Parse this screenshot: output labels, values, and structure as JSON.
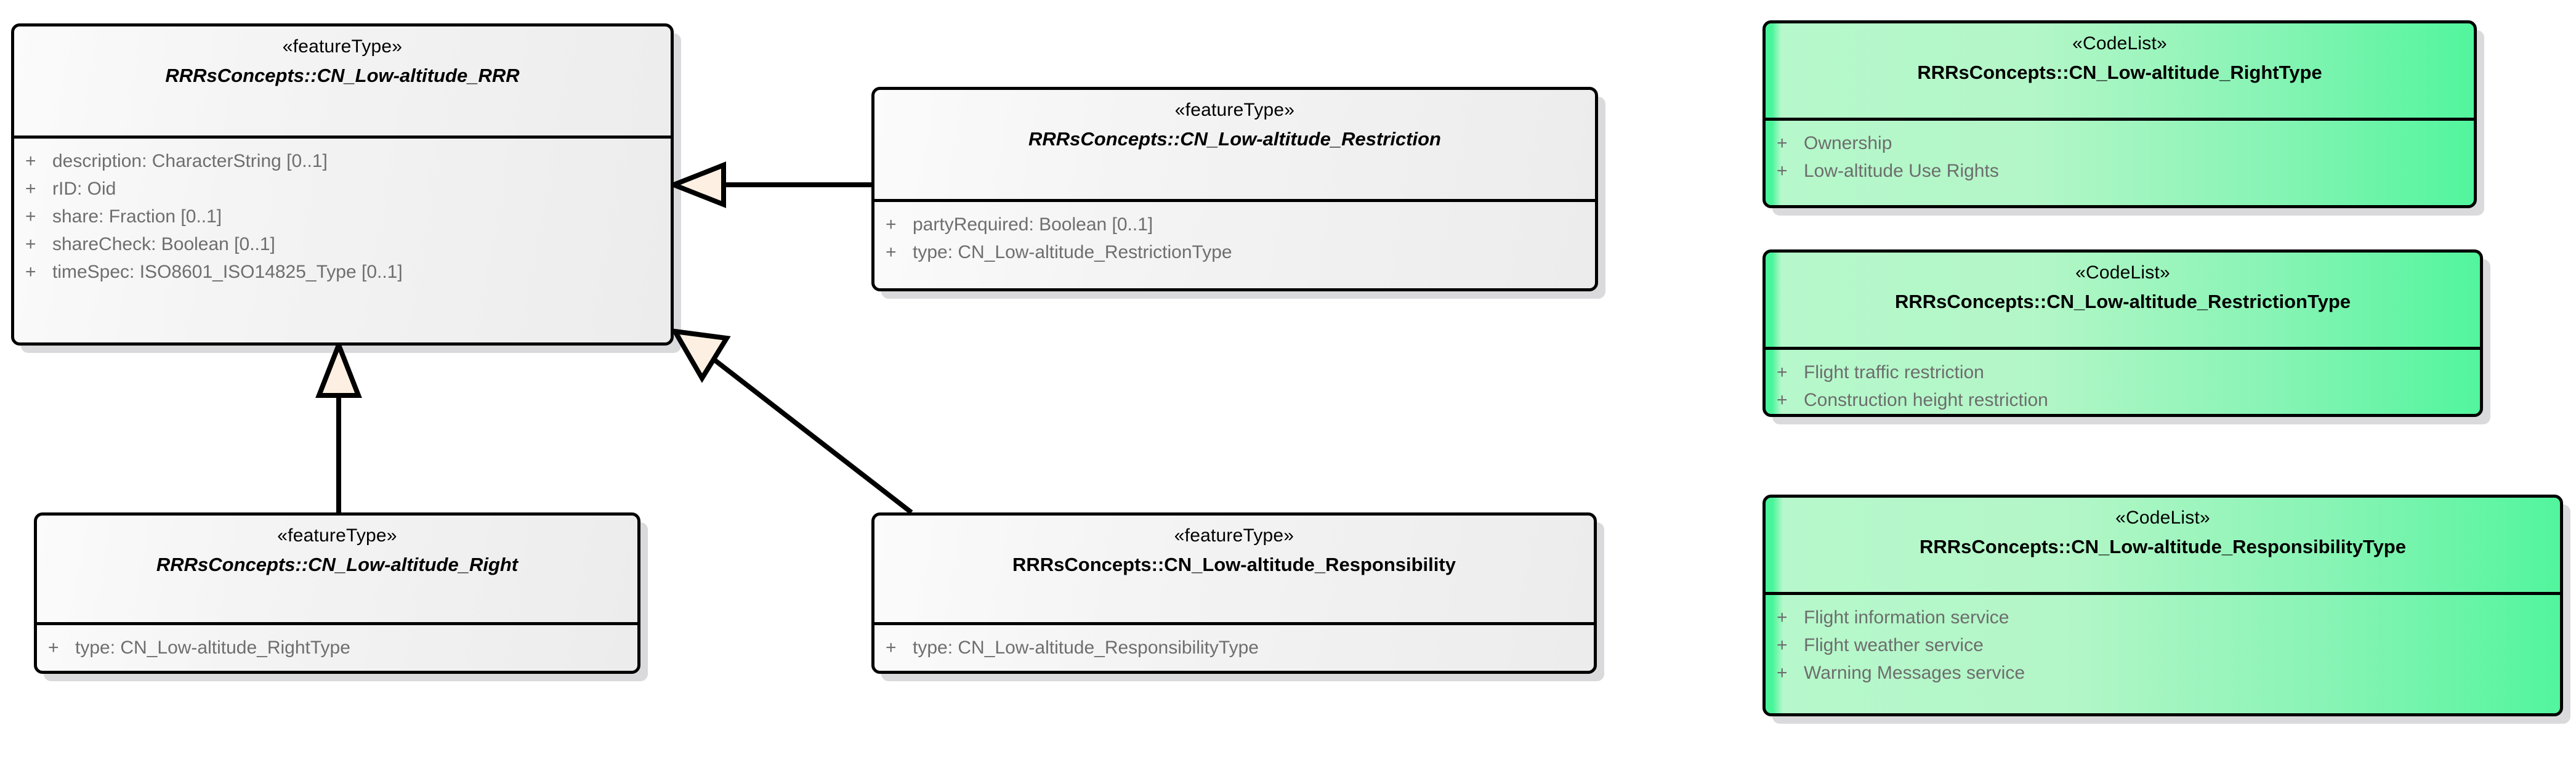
{
  "diagram": {
    "title": "CN Low-altitude RRR UML class diagram",
    "classes": [
      {
        "id": "rrr",
        "stereotype": "«featureType»",
        "name": "RRRsConcepts::CN_Low-altitude_RRR",
        "abstract": true,
        "fill": "grey",
        "attributes": [
          {
            "visibility": "+",
            "text": "description: CharacterString [0..1]"
          },
          {
            "visibility": "+",
            "text": "rID: Oid"
          },
          {
            "visibility": "+",
            "text": "share: Fraction [0..1]"
          },
          {
            "visibility": "+",
            "text": "shareCheck: Boolean [0..1]"
          },
          {
            "visibility": "+",
            "text": "timeSpec: ISO8601_ISO14825_Type [0..1]"
          }
        ]
      },
      {
        "id": "restriction",
        "stereotype": "«featureType»",
        "name": "RRRsConcepts::CN_Low-altitude_Restriction",
        "abstract": true,
        "fill": "grey",
        "attributes": [
          {
            "visibility": "+",
            "text": "partyRequired: Boolean [0..1]"
          },
          {
            "visibility": "+",
            "text": "type: CN_Low-altitude_RestrictionType"
          }
        ]
      },
      {
        "id": "right",
        "stereotype": "«featureType»",
        "name": "RRRsConcepts::CN_Low-altitude_Right",
        "abstract": true,
        "fill": "grey",
        "attributes": [
          {
            "visibility": "+",
            "text": "type: CN_Low-altitude_RightType"
          }
        ]
      },
      {
        "id": "responsibility",
        "stereotype": "«featureType»",
        "name": "RRRsConcepts::CN_Low-altitude_Responsibility",
        "abstract": false,
        "fill": "grey",
        "attributes": [
          {
            "visibility": "+",
            "text": "type: CN_Low-altitude_ResponsibilityType"
          }
        ]
      },
      {
        "id": "righttype",
        "stereotype": "«CodeList»",
        "name": "RRRsConcepts::CN_Low-altitude_RightType",
        "abstract": false,
        "fill": "green",
        "attributes": [
          {
            "visibility": "+",
            "text": "Ownership"
          },
          {
            "visibility": "+",
            "text": "Low-altitude Use Rights"
          }
        ]
      },
      {
        "id": "restrictiontype",
        "stereotype": "«CodeList»",
        "name": "RRRsConcepts::CN_Low-altitude_RestrictionType",
        "abstract": false,
        "fill": "green",
        "attributes": [
          {
            "visibility": "+",
            "text": "Flight traffic restriction"
          },
          {
            "visibility": "+",
            "text": "Construction height restriction"
          }
        ]
      },
      {
        "id": "responsibilitytype",
        "stereotype": "«CodeList»",
        "name": "RRRsConcepts::CN_Low-altitude_ResponsibilityType",
        "abstract": false,
        "fill": "green",
        "attributes": [
          {
            "visibility": "+",
            "text": "Flight information service"
          },
          {
            "visibility": "+",
            "text": "Flight weather service"
          },
          {
            "visibility": "+",
            "text": "Warning Messages service"
          }
        ]
      }
    ],
    "generalizations": [
      {
        "id": "gen-restriction-rrr",
        "from": "restriction",
        "to": "rrr",
        "style": "solid-line-hollow-triangle"
      },
      {
        "id": "gen-right-rrr",
        "from": "right",
        "to": "rrr",
        "style": "solid-line-hollow-triangle"
      },
      {
        "id": "gen-responsibility-rrr",
        "from": "responsibility",
        "to": "rrr",
        "style": "solid-line-hollow-triangle"
      }
    ],
    "colors": {
      "line": "#000000",
      "arrowhead_fill": "#fdf0e2",
      "grey_fill": "#efefef",
      "green_fill_light": "#b3f6c7",
      "green_fill_dark": "#49f59a",
      "attribute_text": "#6e6e6e"
    }
  }
}
